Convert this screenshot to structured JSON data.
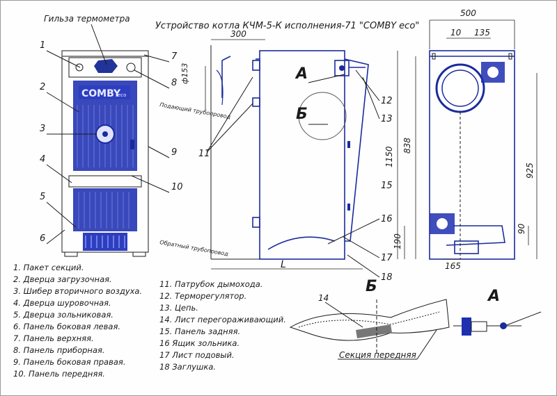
{
  "title": "Устройство котла КЧМ-5-К исполнения-71 \"COMBY eco\"",
  "callouts": {
    "thermometer": "Гильза термометра",
    "supply_pipe": "Подающий трубопровод",
    "return_pipe": "Обратный трубопровод",
    "front_section": "Секция передняя",
    "brand": "COMBY",
    "brand_sub": "eco"
  },
  "numbers": [
    "1",
    "2",
    "3",
    "4",
    "5",
    "6",
    "7",
    "8",
    "9",
    "10",
    "11",
    "12",
    "13",
    "15",
    "16",
    "17",
    "18"
  ],
  "detail_labels": {
    "a": "А",
    "b": "Б",
    "l": "L",
    "n14": "14"
  },
  "dimensions": {
    "d300": "300",
    "d500": "500",
    "d10": "10",
    "d135": "135",
    "phi153": "ф153",
    "d1150": "1150",
    "d838": "838",
    "d925": "925",
    "d190": "190",
    "d90": "90",
    "d165": "165"
  },
  "legend_left": [
    "1. Пакет секций.",
    "2. Дверца загрузочная.",
    "3. Шибер вторичного воздуха.",
    "4. Дверца шуровочная.",
    "5. Дверца зольниковая.",
    "6. Панель боковая левая.",
    "7. Панель верхняя.",
    "8. Панель приборная.",
    "9. Панель боковая правая.",
    "10. Панель передняя."
  ],
  "legend_right": [
    "11. Патрубок дымохода.",
    "12. Терморегулятор.",
    "13. Цепь.",
    "14. Лист перегораживающий.",
    "15. Панель задняя.",
    "16 Ящик зольника.",
    "17 Лист подовый.",
    "18 Заглушка."
  ]
}
